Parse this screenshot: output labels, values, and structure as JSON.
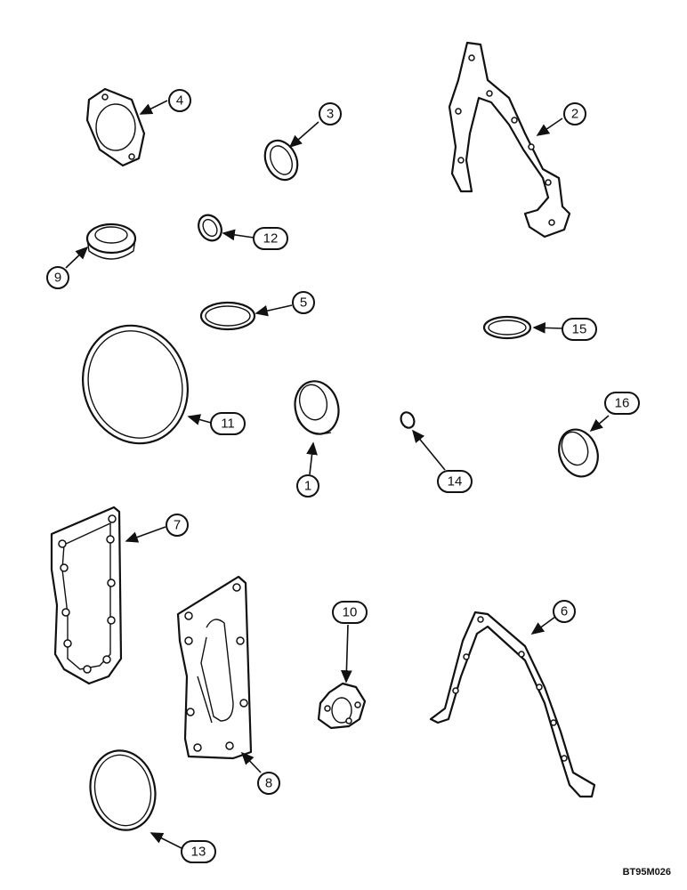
{
  "callouts": {
    "c1": "1",
    "c2": "2",
    "c3": "3",
    "c4": "4",
    "c5": "5",
    "c6": "6",
    "c7": "7",
    "c8": "8",
    "c9": "9",
    "c10": "10",
    "c11": "11",
    "c12": "12",
    "c13": "13",
    "c14": "14",
    "c15": "15",
    "c16": "16"
  },
  "reference_code": "BT95M026"
}
